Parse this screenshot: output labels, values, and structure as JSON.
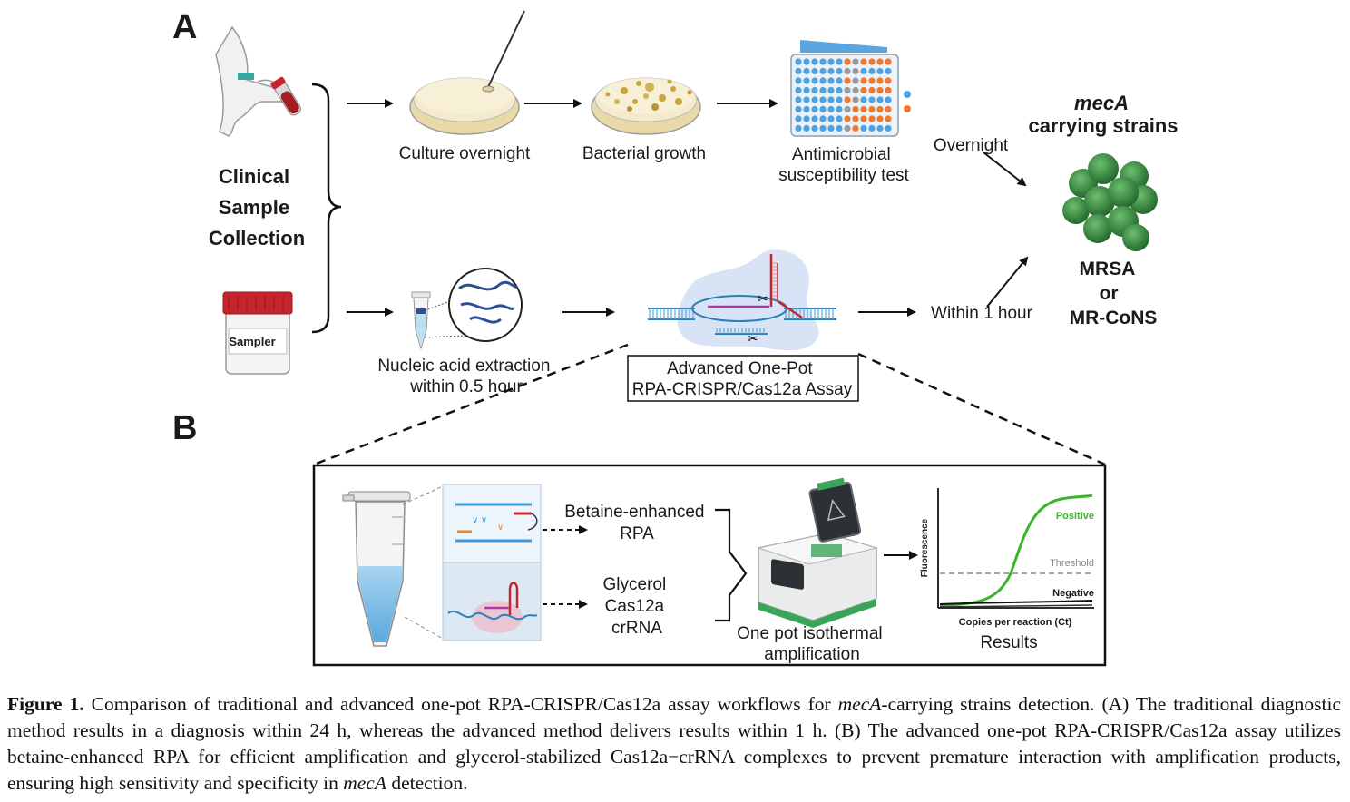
{
  "panel_a": {
    "label": "A",
    "sample": {
      "title_lines": [
        "Clinical",
        "Sample",
        "Collection"
      ],
      "jar_label": "Sampler"
    },
    "traditional": {
      "steps": [
        "Culture overnight",
        "Bacterial growth"
      ],
      "ast_lines": [
        "Antimicrobial",
        "susceptibility test"
      ],
      "time_label": "Overnight"
    },
    "advanced": {
      "extraction_lines": [
        "Nucleic acid extraction",
        "within 0.5 hour"
      ],
      "assay_lines": [
        "Advanced One-Pot",
        "RPA-CRISPR/Cas12a Assay"
      ],
      "time_label": "Within 1 hour"
    },
    "result": {
      "gene": "mecA",
      "title": "carrying strains",
      "lines": [
        "MRSA",
        "or",
        "MR-CoNS"
      ]
    }
  },
  "panel_b": {
    "label": "B",
    "rpa_lines": [
      "Betaine-enhanced",
      "RPA"
    ],
    "cas_lines": [
      "Glycerol",
      "Cas12a",
      "crRNA"
    ],
    "machine_lines": [
      "One pot isothermal",
      "amplification"
    ],
    "graph": {
      "ylabel": "Fluorescence",
      "xlabel": "Copies per reaction (Ct)",
      "positive": "Positive",
      "threshold": "Threshold",
      "negative": "Negative",
      "title": "Results"
    }
  },
  "caption": {
    "label": "Figure 1.",
    "p1": " Comparison of traditional and advanced one-pot RPA-CRISPR/Cas12a assay workflows for ",
    "i1": "mecA",
    "p2": "-carrying strains detection. (A) The traditional diagnostic method results in a diagnosis within 24 h, whereas the advanced method delivers results within 1 h. (B) The advanced one-pot RPA-CRISPR/Cas12a assay utilizes betaine-enhanced RPA for efficient amplification and glycerol-stabilized Cas12a−crRNA complexes to prevent premature interaction with amplification products, ensuring high sensitivity and specificity in ",
    "i2": "mecA",
    "p3": " detection."
  },
  "colors": {
    "positive": "#3bb52b",
    "bacteria": "#2f7d3a",
    "dna": "#2d7fb8",
    "cap": "#c6262b"
  }
}
